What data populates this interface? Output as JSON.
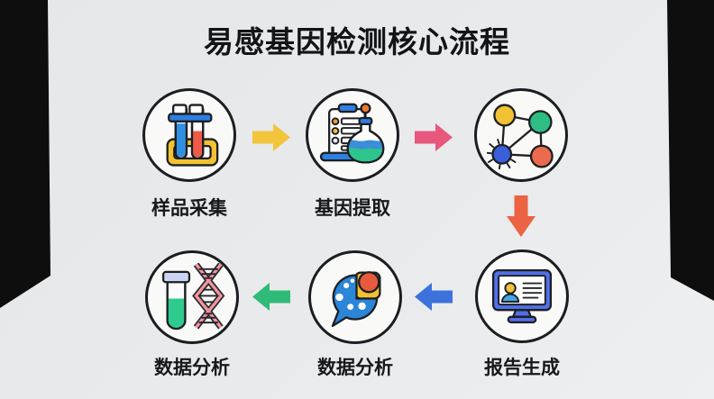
{
  "title": "易感基因检测核心流程",
  "palette": {
    "background": "#E7E9EB",
    "corner_black": "#0E0E0F",
    "node_fill": "#F9F9F7",
    "node_outline": "#1B1D21",
    "text": "#141518"
  },
  "nodes": [
    {
      "id": "sample-collection",
      "label": "样品采集",
      "icon": "test-tube-rack-icon"
    },
    {
      "id": "gene-extraction",
      "label": "基因提取",
      "icon": "clipboard-flask-icon"
    },
    {
      "id": "gene-network",
      "label": "",
      "icon": "molecule-network-icon"
    },
    {
      "id": "report-generation",
      "label": "报告生成",
      "icon": "report-monitor-icon"
    },
    {
      "id": "data-analysis-chat",
      "label": "数据分析",
      "icon": "chat-pie-chart-icon"
    },
    {
      "id": "data-analysis-dna",
      "label": "数据分析",
      "icon": "test-tube-dna-icon"
    }
  ],
  "arrows": [
    {
      "step": 1,
      "direction": "right",
      "color": "#F2C53D"
    },
    {
      "step": 2,
      "direction": "right",
      "color": "#E8577C"
    },
    {
      "step": 3,
      "direction": "down",
      "color": "#EB6343"
    },
    {
      "step": 4,
      "direction": "left",
      "color": "#3D72DC"
    },
    {
      "step": 5,
      "direction": "left",
      "color": "#2FBA78"
    }
  ]
}
